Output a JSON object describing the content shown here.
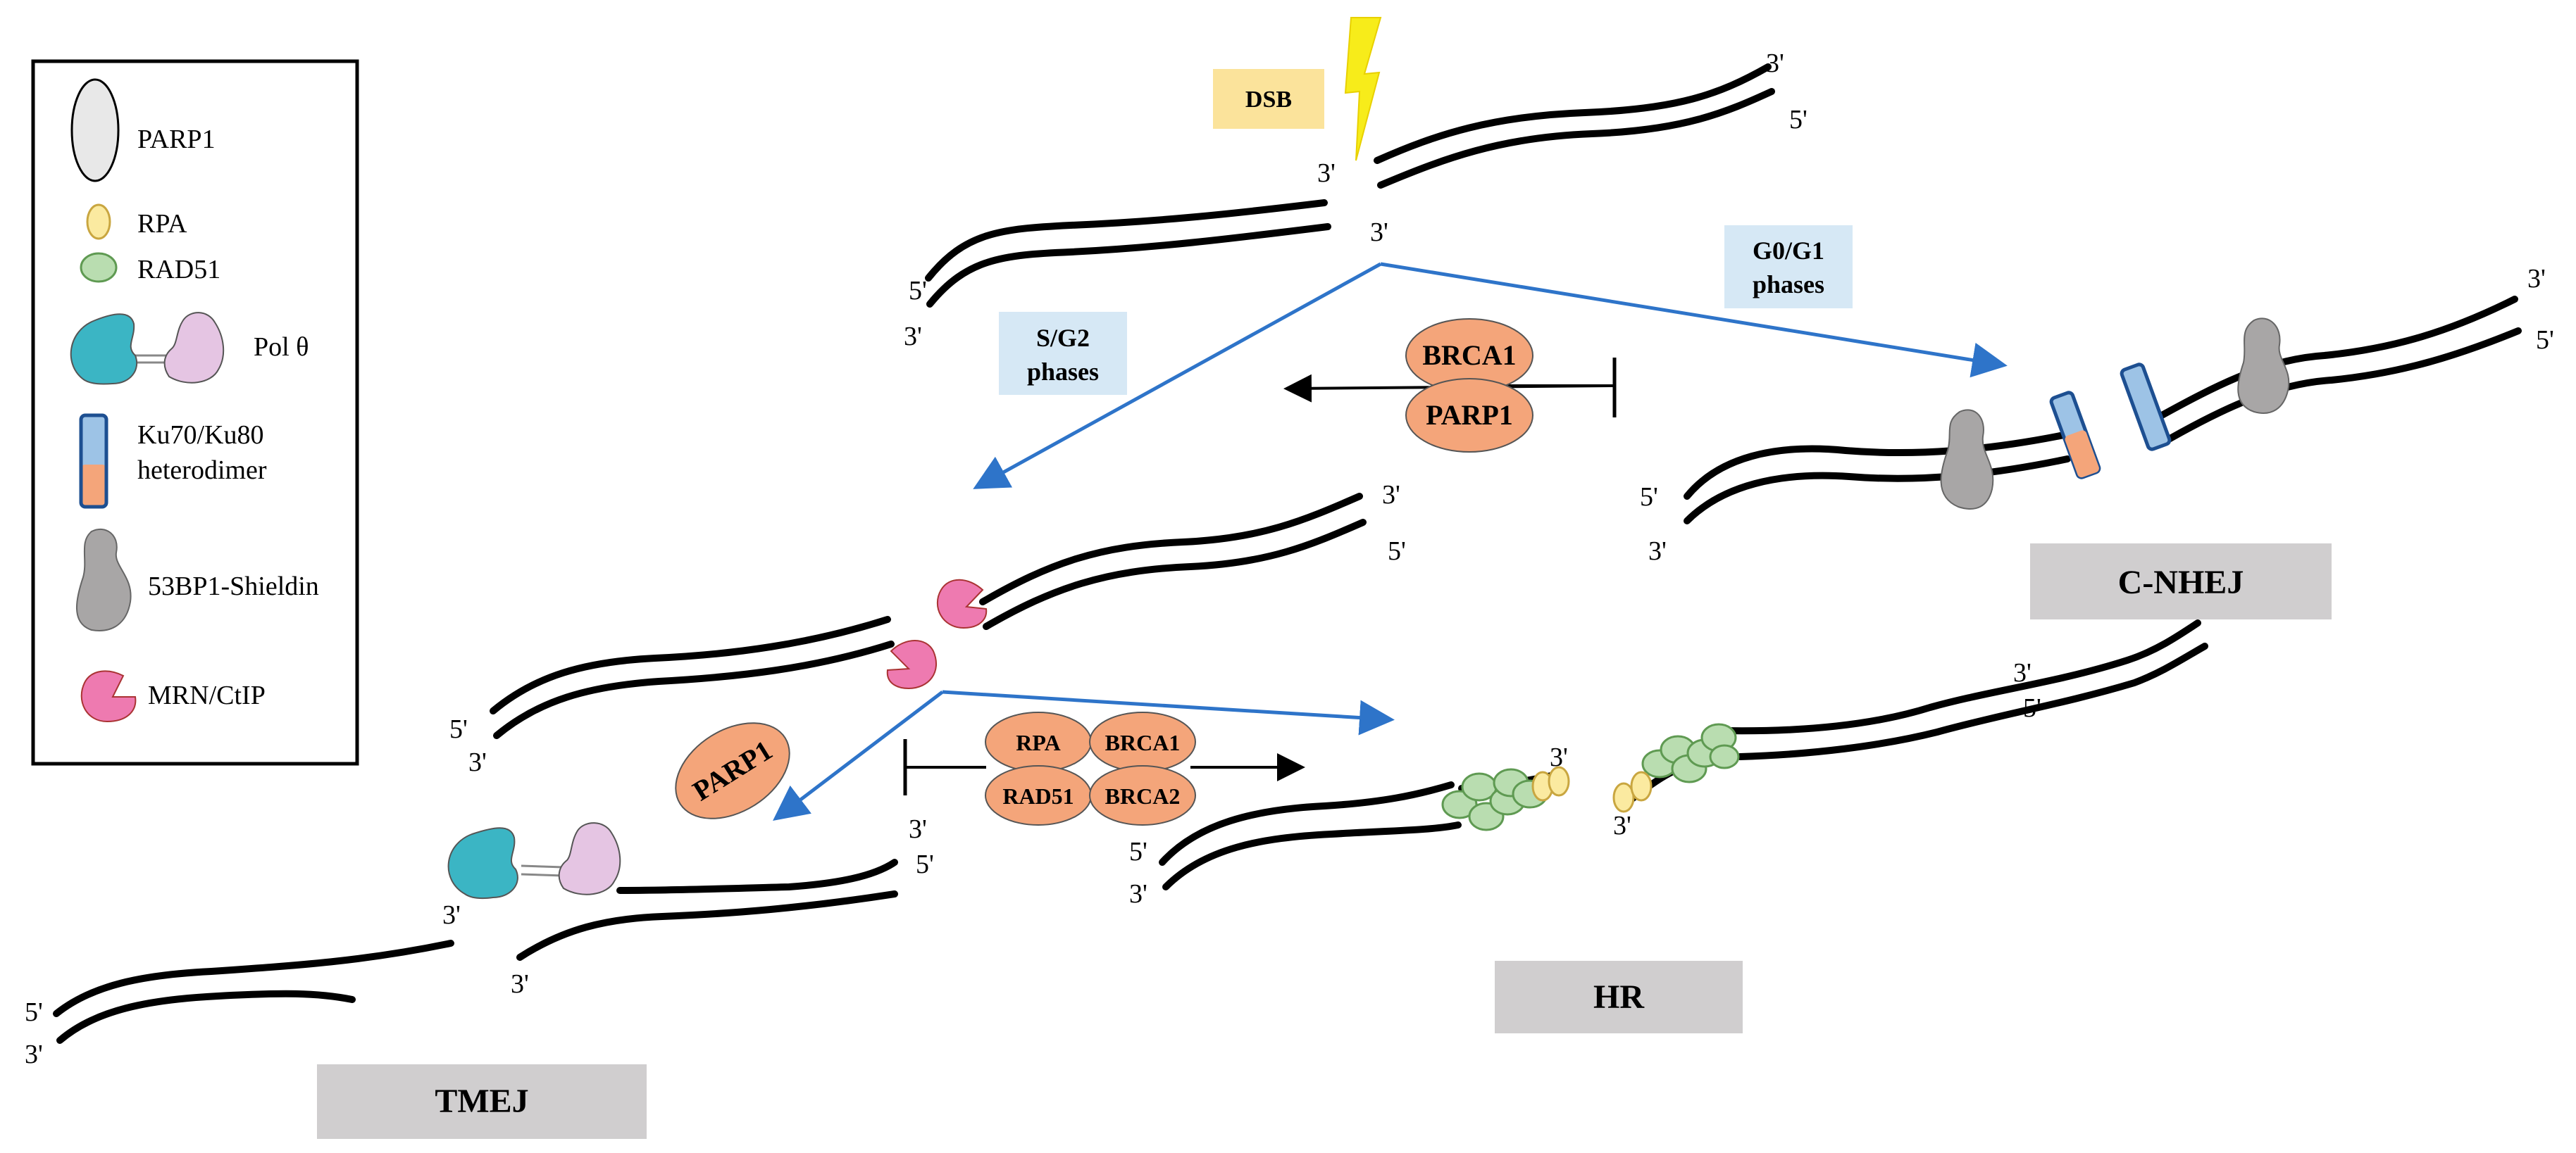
{
  "legend": {
    "items": [
      {
        "icon": "parp1-ellipse-icon",
        "label": "PARP1"
      },
      {
        "icon": "rpa-icon",
        "label": "RPA"
      },
      {
        "icon": "rad51-icon",
        "label": "RAD51"
      },
      {
        "icon": "pol-theta-icon",
        "label": "Pol θ"
      },
      {
        "icon": "ku-heterodimer-icon",
        "label_line1": "Ku70/Ku80",
        "label_line2": "heterodimer"
      },
      {
        "icon": "53bp1-shieldin-icon",
        "label": "53BP1-Shieldin"
      },
      {
        "icon": "mrn-ctip-icon",
        "label": "MRN/CtIP"
      }
    ]
  },
  "labels": {
    "dsb": "DSB",
    "sg2_line1": "S/G2",
    "sg2_line2": "phases",
    "g0g1_line1": "G0/G1",
    "g0g1_line2": "phases",
    "brca1": "BRCA1",
    "parp1": "PARP1",
    "parp1_tmej": "PARP1",
    "rpa": "RPA",
    "brca1_small": "BRCA1",
    "rad51": "RAD51",
    "brca2": "BRCA2",
    "c_nhej": "C-NHEJ",
    "hr": "HR",
    "tmej": "TMEJ"
  },
  "ends": {
    "p3": "3'",
    "p5": "5'"
  },
  "colors": {
    "dsb_box": "#fbe39b",
    "dsb_bolt": "#f7ec1a",
    "phase_box": "#d6e8f5",
    "protein": "#f4a57a",
    "pathway_box": "#d0cecf",
    "arrow": "#2e74c9",
    "parp1_legend": "#e8e8e8",
    "rpa": "#fbeaa0",
    "rad51": "#b9ddb0",
    "pol_theta_a": "#3bb5c4",
    "pol_theta_b": "#e5c5e3",
    "ku": "#9dc3e6",
    "shieldin": "#a8a6a6",
    "mrn": "#ee7ab0"
  }
}
